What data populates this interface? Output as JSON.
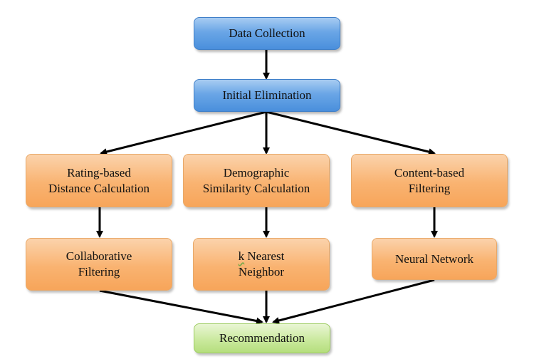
{
  "colors": {
    "blue": "#5b9bd5",
    "orange": "#f9b371",
    "green": "#c8e89a",
    "arrow": "#000000"
  },
  "nodes": {
    "data_collection": "Data Collection",
    "initial_elimination": "Initial Elimination",
    "rating_based": {
      "line1": "Rating-based",
      "line2": "Distance Calculation"
    },
    "demographic": {
      "line1": "Demographic",
      "line2": "Similarity Calculation"
    },
    "content_based": {
      "line1": "Content-based",
      "line2": "Filtering"
    },
    "collaborative": {
      "line1": "Collaborative",
      "line2": "Filtering"
    },
    "knn": {
      "k": "k",
      "line1_rest": " Nearest",
      "line2": "Neighbor"
    },
    "neural_network": "Neural Network",
    "recommendation": "Recommendation"
  }
}
